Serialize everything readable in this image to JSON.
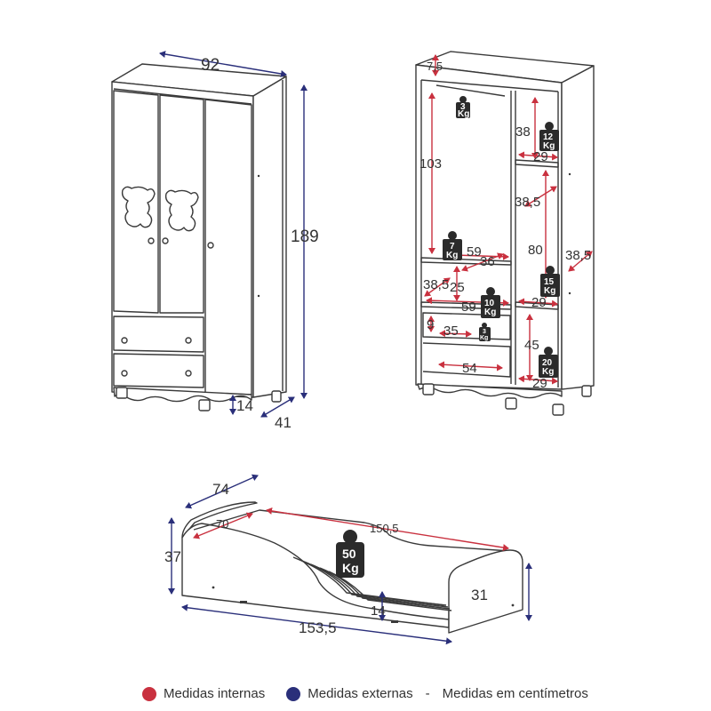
{
  "colors": {
    "internal": "#c9313f",
    "external": "#2a2f7a",
    "outline": "#3a3a3a",
    "weight_badge": "#2b2b2b"
  },
  "wardrobe_exterior": {
    "width": "92",
    "height": "189",
    "depth": "41",
    "foot": "14"
  },
  "wardrobe_interior": {
    "top_gap": "7,5",
    "hanging_height": "103",
    "upper_right_height": "38",
    "upper_right_width": "29",
    "middle_right_depth": "38,5",
    "middle_right_height": "80",
    "side_depth": "38,5",
    "shelf_width": "59",
    "shelf_inner": "36",
    "left_depth": "38,5",
    "left_gap": "25",
    "middle_shelf_width": "59",
    "mid_right_width": "29",
    "drawer_height": "9",
    "drawer_width": "35",
    "lower_right_height": "45",
    "bottom_width": "54",
    "bottom_right_width": "29"
  },
  "weights": {
    "rail": {
      "value": "3",
      "unit": "Kg"
    },
    "upper_right": {
      "value": "12",
      "unit": "Kg"
    },
    "hanging_shelf": {
      "value": "7",
      "unit": "Kg"
    },
    "middle_right": {
      "value": "15",
      "unit": "Kg"
    },
    "middle_shelf": {
      "value": "10",
      "unit": "Kg"
    },
    "drawer": {
      "value": "3",
      "unit": "Kg"
    },
    "lower_right": {
      "value": "20",
      "unit": "Kg"
    },
    "bed": {
      "value": "50",
      "unit": "Kg"
    }
  },
  "bed": {
    "width": "74",
    "inner_width": "70",
    "inner_length": "150,5",
    "height": "37",
    "foot_height": "31",
    "base_height": "14",
    "length": "153,5"
  },
  "legend": {
    "internal_label": "Medidas internas",
    "external_label": "Medidas externas",
    "separator": "-",
    "unit_note": "Medidas em centímetros"
  }
}
